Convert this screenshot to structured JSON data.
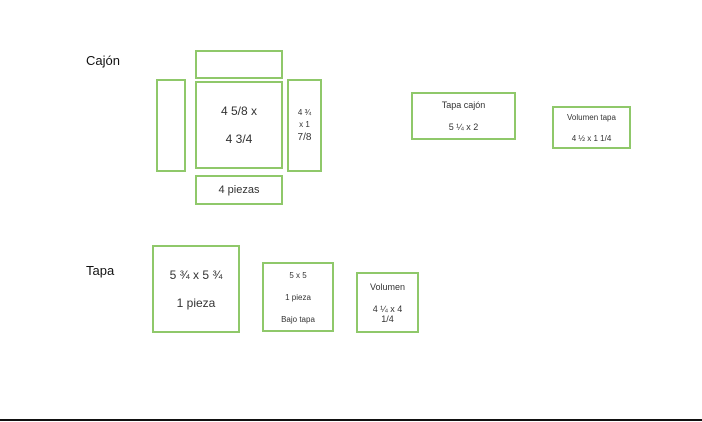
{
  "sections": {
    "cajon": "Cajón",
    "tapa": "Tapa"
  },
  "cajon": {
    "center": [
      "4 5/8 x",
      "4 3/4"
    ],
    "side": [
      "4 ¾",
      "x 1",
      "7/8"
    ],
    "bottom": "4 piezas",
    "tapa_cajon": [
      "Tapa cajón",
      "5 ¼ x 2"
    ],
    "volumen_tapa": [
      "Volumen tapa",
      "4 ½ x 1 1/4"
    ]
  },
  "tapa": {
    "main": [
      "5 ¾ x 5 ¾",
      "1 pieza"
    ],
    "bajo": [
      "5 x 5",
      "1 pieza",
      "Bajo tapa"
    ],
    "volumen": [
      "Volumen",
      "4 ¼ x 4",
      "1/4"
    ]
  },
  "colors": {
    "box_border": "#8fc86a"
  }
}
